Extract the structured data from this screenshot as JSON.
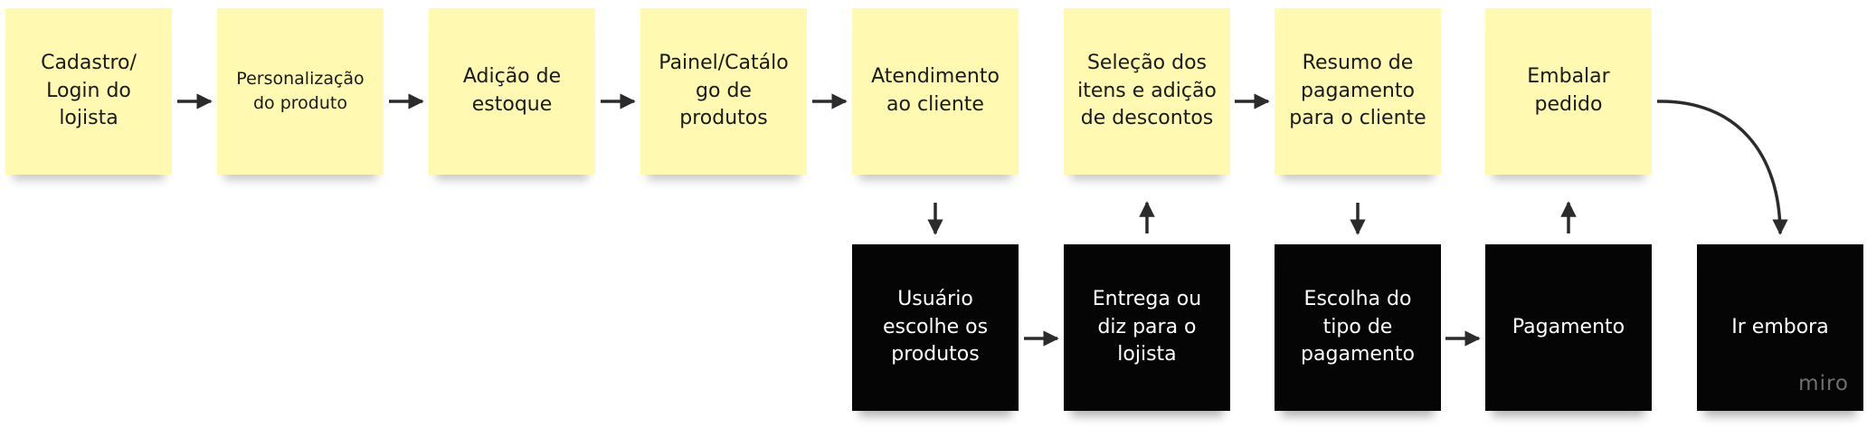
{
  "top_row": [
    {
      "label": "Cadastro/\nLogin do\nlojista"
    },
    {
      "label": "Personalização\ndo produto"
    },
    {
      "label": "Adição de\nestoque"
    },
    {
      "label": "Painel/Catálo\ngo de\nprodutos"
    },
    {
      "label": "Atendimento\nao cliente"
    },
    {
      "label": "Seleção dos\nitens e adição\nde descontos"
    },
    {
      "label": "Resumo de\npagamento\npara o cliente"
    },
    {
      "label": "Embalar\npedido"
    }
  ],
  "bottom_row": [
    {
      "label": "Usuário\nescolhe os\nprodutos"
    },
    {
      "label": "Entrega ou\ndiz para o\nlojista"
    },
    {
      "label": "Escolha do\ntipo de\npagamento"
    },
    {
      "label": "Pagamento"
    },
    {
      "label": "Ir embora"
    }
  ],
  "watermark": "miro",
  "colors": {
    "sticky_yellow": "#fff9b1",
    "sticky_black": "#050505",
    "arrow": "#2b2b2b"
  }
}
